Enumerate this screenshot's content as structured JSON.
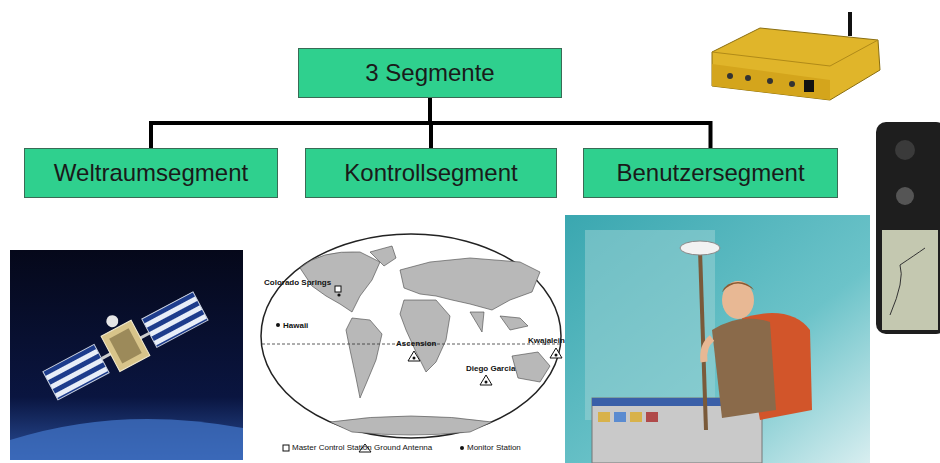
{
  "diagram": {
    "nodes": [
      {
        "text": [
          "3 Segmente"
        ]
      },
      {
        "text": [
          "Weltraumsegment"
        ]
      },
      {
        "text": [
          "Kontrollsegment"
        ]
      },
      {
        "text": [
          "Benutzersegment"
        ]
      }
    ],
    "edges": [
      {
        "from": 0,
        "to": 1,
        "arrow": "none"
      },
      {
        "from": 0,
        "to": 2,
        "arrow": "none"
      },
      {
        "from": 0,
        "to": 3,
        "arrow": "none"
      }
    ],
    "labels": [
      "Colorado Springs",
      "Hawaii",
      "Ascension",
      "Diego Garcia",
      "Kwajalein"
    ],
    "legend": [
      {
        "text": "Master Control Station"
      },
      {
        "text": "Ground Antenna"
      },
      {
        "text": "Monitor Station"
      }
    ]
  }
}
